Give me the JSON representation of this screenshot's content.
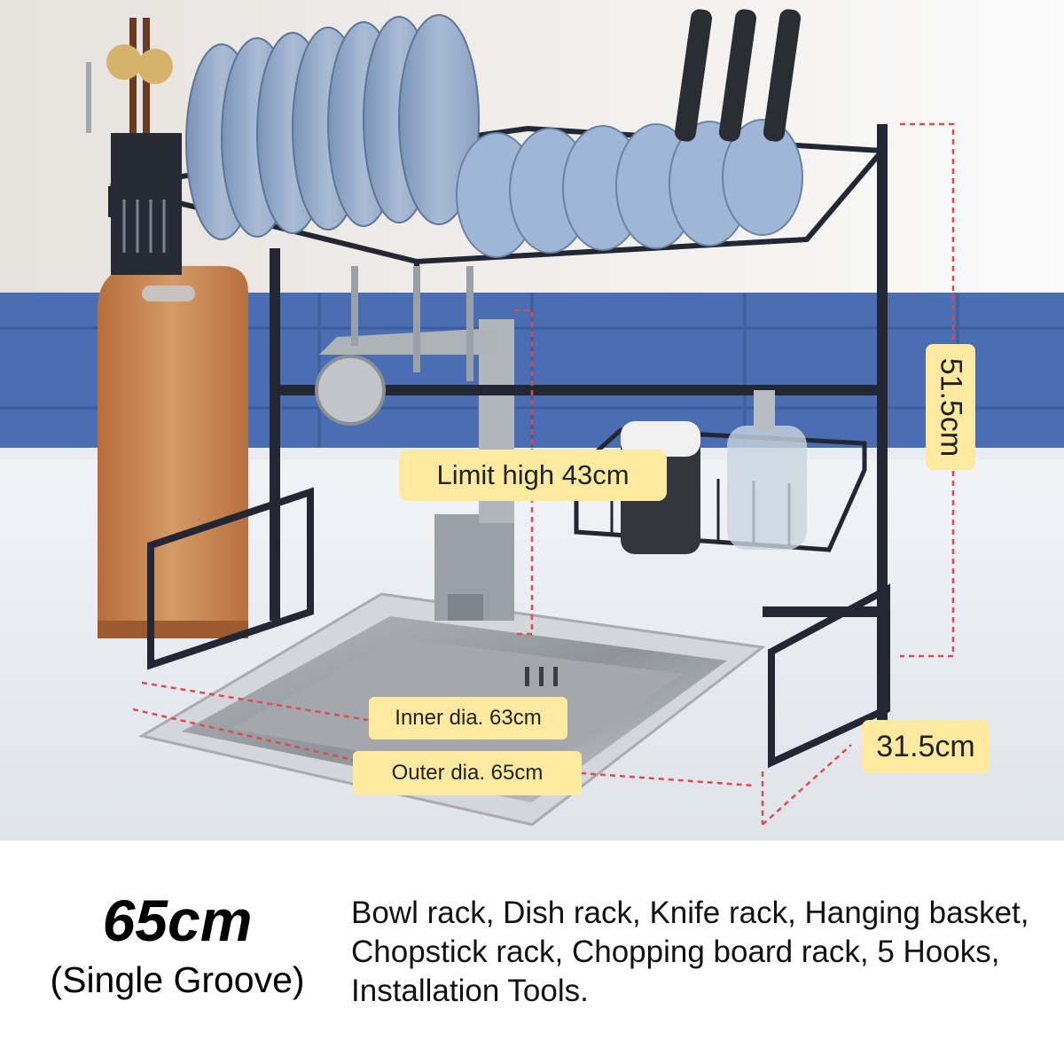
{
  "photo": {
    "subject": "black over-sink dish drying rack above stainless steel sink"
  },
  "dimensions": {
    "limit_height": "Limit high 43cm",
    "inner_dia": "Inner dia. 63cm",
    "outer_dia": "Outer dia. 65cm",
    "depth": "31.5cm",
    "height": "51.5cm"
  },
  "size": {
    "main": "65cm",
    "sub": "(Single Groove)"
  },
  "contents": {
    "text": "Bowl rack, Dish rack, Knife rack, Hanging basket, Chopstick rack, Chopping board rack, 5 Hooks, Installation Tools."
  },
  "colors": {
    "label_bg": "#fdeaa0",
    "rack": "#222733",
    "dashed_guides": "#e04a4a"
  }
}
